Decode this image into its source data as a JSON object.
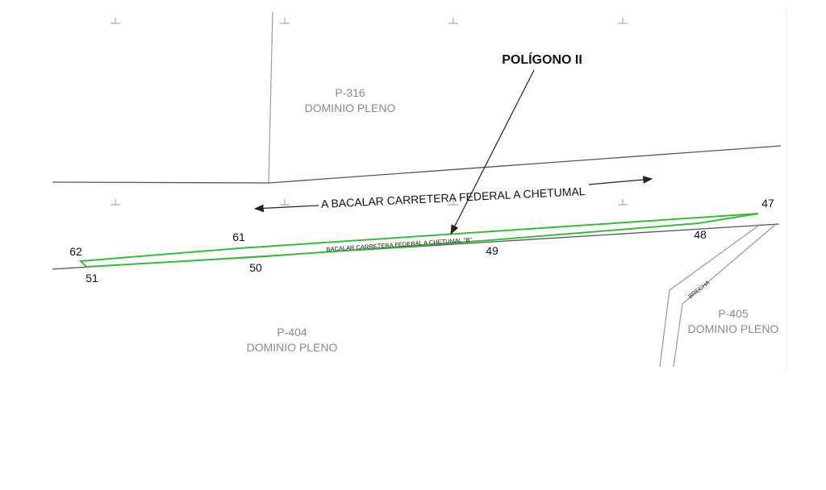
{
  "title": "POLÍGONO II",
  "road_label": "A BACALAR CARRETERA FEDERAL A CHETUMAL",
  "road_strip_label": "BACALAR CARRETERA FEDERAL A CHETUMAL \"B\"",
  "brecha_label": "BRECHA",
  "parcels": [
    {
      "id": "P-316",
      "status": "DOMINIO PLENO"
    },
    {
      "id": "P-404",
      "status": "DOMINIO PLENO"
    },
    {
      "id": "P-405",
      "status": "DOMINIO PLENO"
    }
  ],
  "vertices": [
    "62",
    "61",
    "47",
    "48",
    "49",
    "50",
    "51"
  ],
  "colors": {
    "polygon": "#3cb93c",
    "lines": "#555555",
    "text_gray": "#8a8a8a"
  }
}
